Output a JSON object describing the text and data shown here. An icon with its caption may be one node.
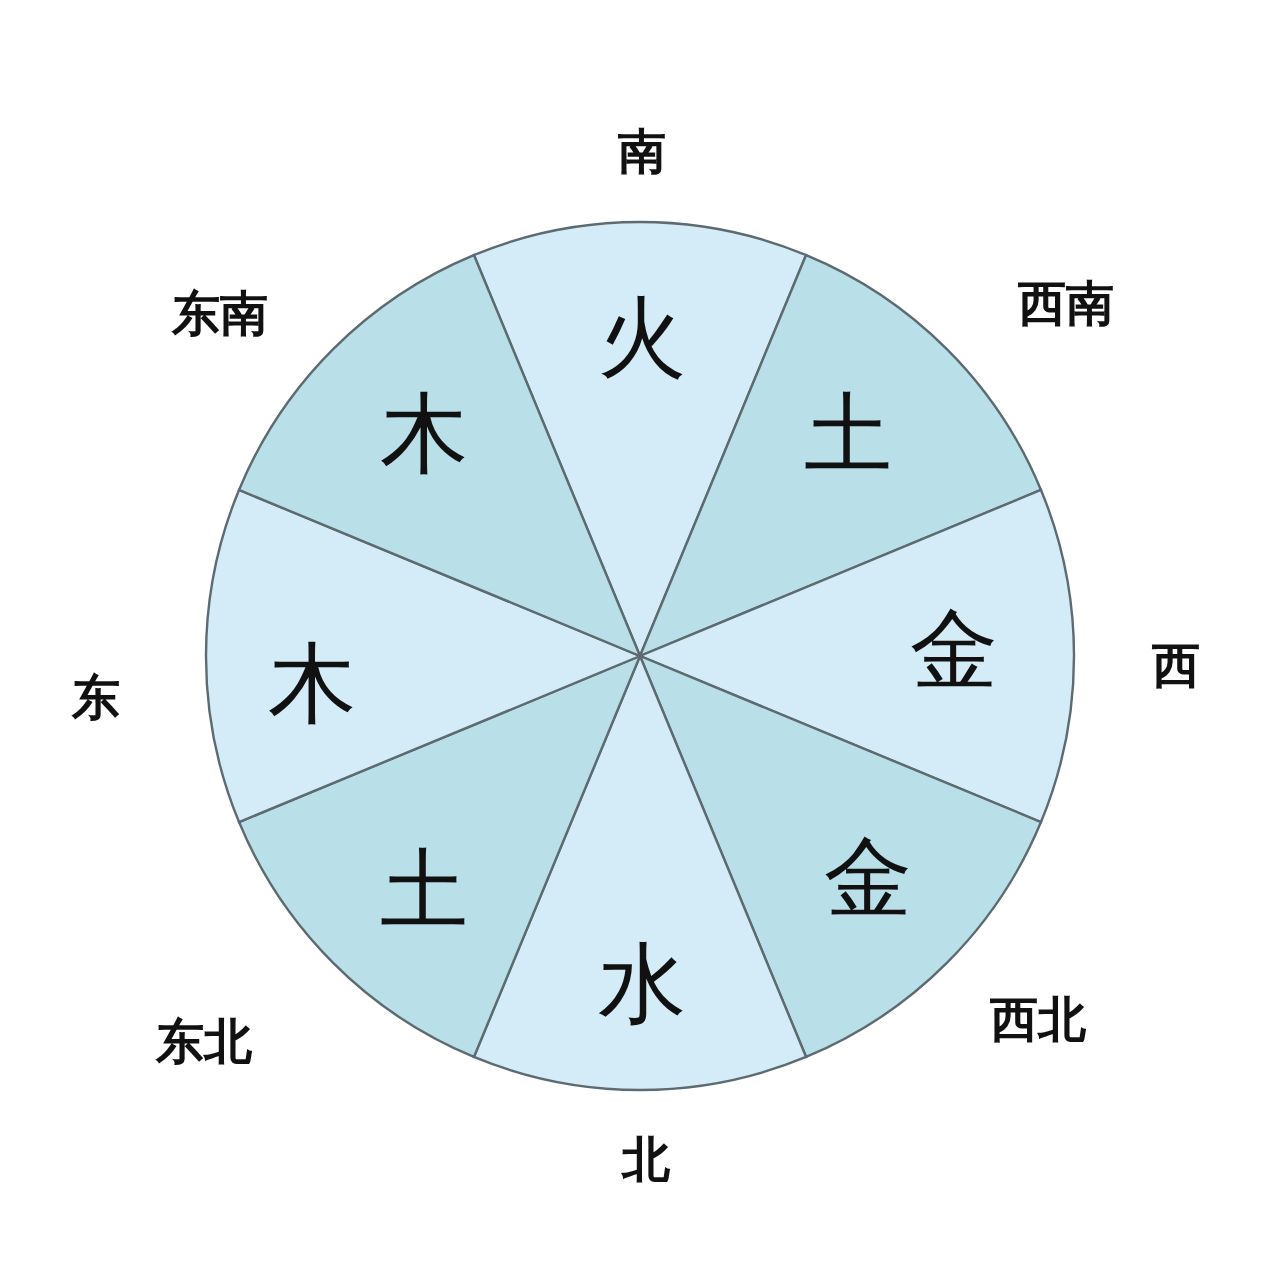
{
  "diagram": {
    "nodes": [
      {
        "text": [
          "火"
        ],
        "beside": [
          "南"
        ]
      },
      {
        "text": [
          "土"
        ],
        "beside": [
          "西南"
        ]
      },
      {
        "text": [
          "金"
        ],
        "beside": [
          "西"
        ]
      },
      {
        "text": [
          "金"
        ],
        "beside": [
          "西北"
        ]
      },
      {
        "text": [
          "水"
        ],
        "beside": [
          "北"
        ]
      },
      {
        "text": [
          "土"
        ],
        "beside": [
          "东北"
        ]
      },
      {
        "text": [
          "木"
        ],
        "beside": [
          "东"
        ]
      },
      {
        "text": [
          "木"
        ],
        "beside": [
          "东南"
        ]
      }
    ]
  }
}
